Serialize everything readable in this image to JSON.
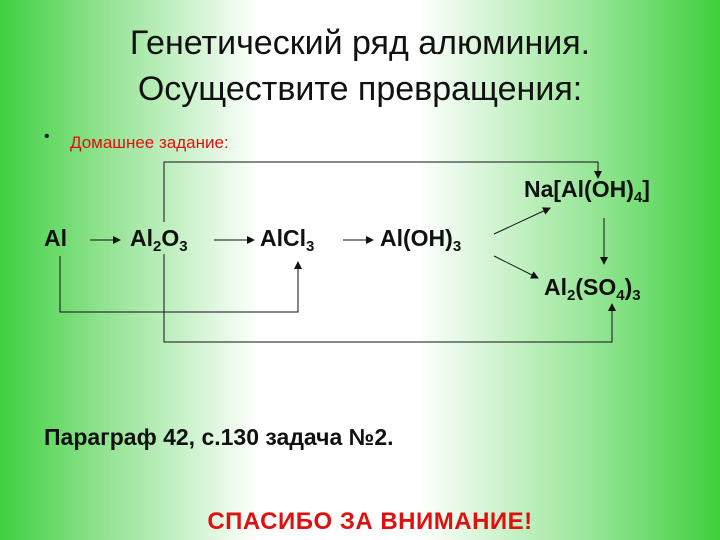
{
  "title": {
    "line1": "Генетический ряд алюминия.",
    "line2": "Осуществите превращения:"
  },
  "homework": {
    "bullet": "•",
    "label": "Домашнее задание:"
  },
  "scheme": {
    "al": {
      "main": "Al"
    },
    "al2o3": {
      "p1": "Al",
      "s1": "2",
      "p2": "O",
      "s2": "3"
    },
    "alcl3": {
      "p1": "AlCl",
      "s1": "3"
    },
    "aloh3": {
      "p1": "Al(OH)",
      "s1": "3"
    },
    "naaloh4": {
      "p1": "Na[Al(OH)",
      "s1": "4",
      "p2": "]"
    },
    "al2so43": {
      "p1": "Al",
      "s1": "2",
      "p2": "(SO",
      "s2": "4",
      "p3": ")",
      "s3": "3"
    }
  },
  "assignment": "Параграф 42, с.130 задача №2.",
  "thanks": "СПАСИБО  ЗА ВНИМАНИЕ!",
  "colors": {
    "accent_red": "#e01010",
    "green": "#3fd03f"
  }
}
